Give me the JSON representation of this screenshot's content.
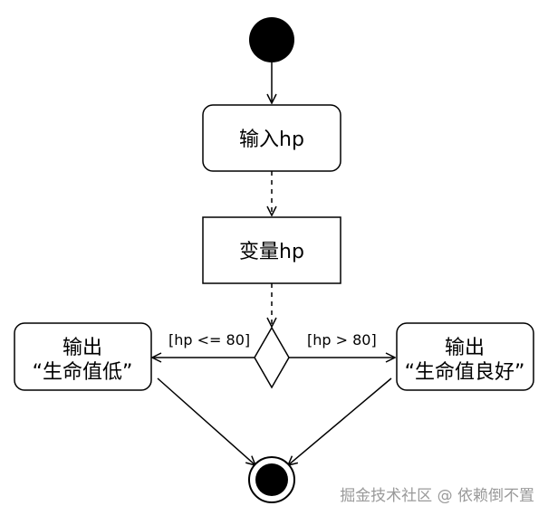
{
  "diagram": {
    "nodes": {
      "input_hp": {
        "label": "输入hp"
      },
      "var_hp": {
        "label": "变量hp"
      },
      "out_low": {
        "line1": "输出",
        "line2": "“生命值低”"
      },
      "out_good": {
        "line1": "输出",
        "line2": "“生命值良好”"
      }
    },
    "guards": {
      "left": "[hp <= 80]",
      "right": "[hp > 80]"
    }
  },
  "watermark": "掘金技术社区 @ 依赖倒不置",
  "colors": {
    "stroke": "#000000",
    "fill": "#ffffff",
    "watermark": "#9a9a9a"
  }
}
